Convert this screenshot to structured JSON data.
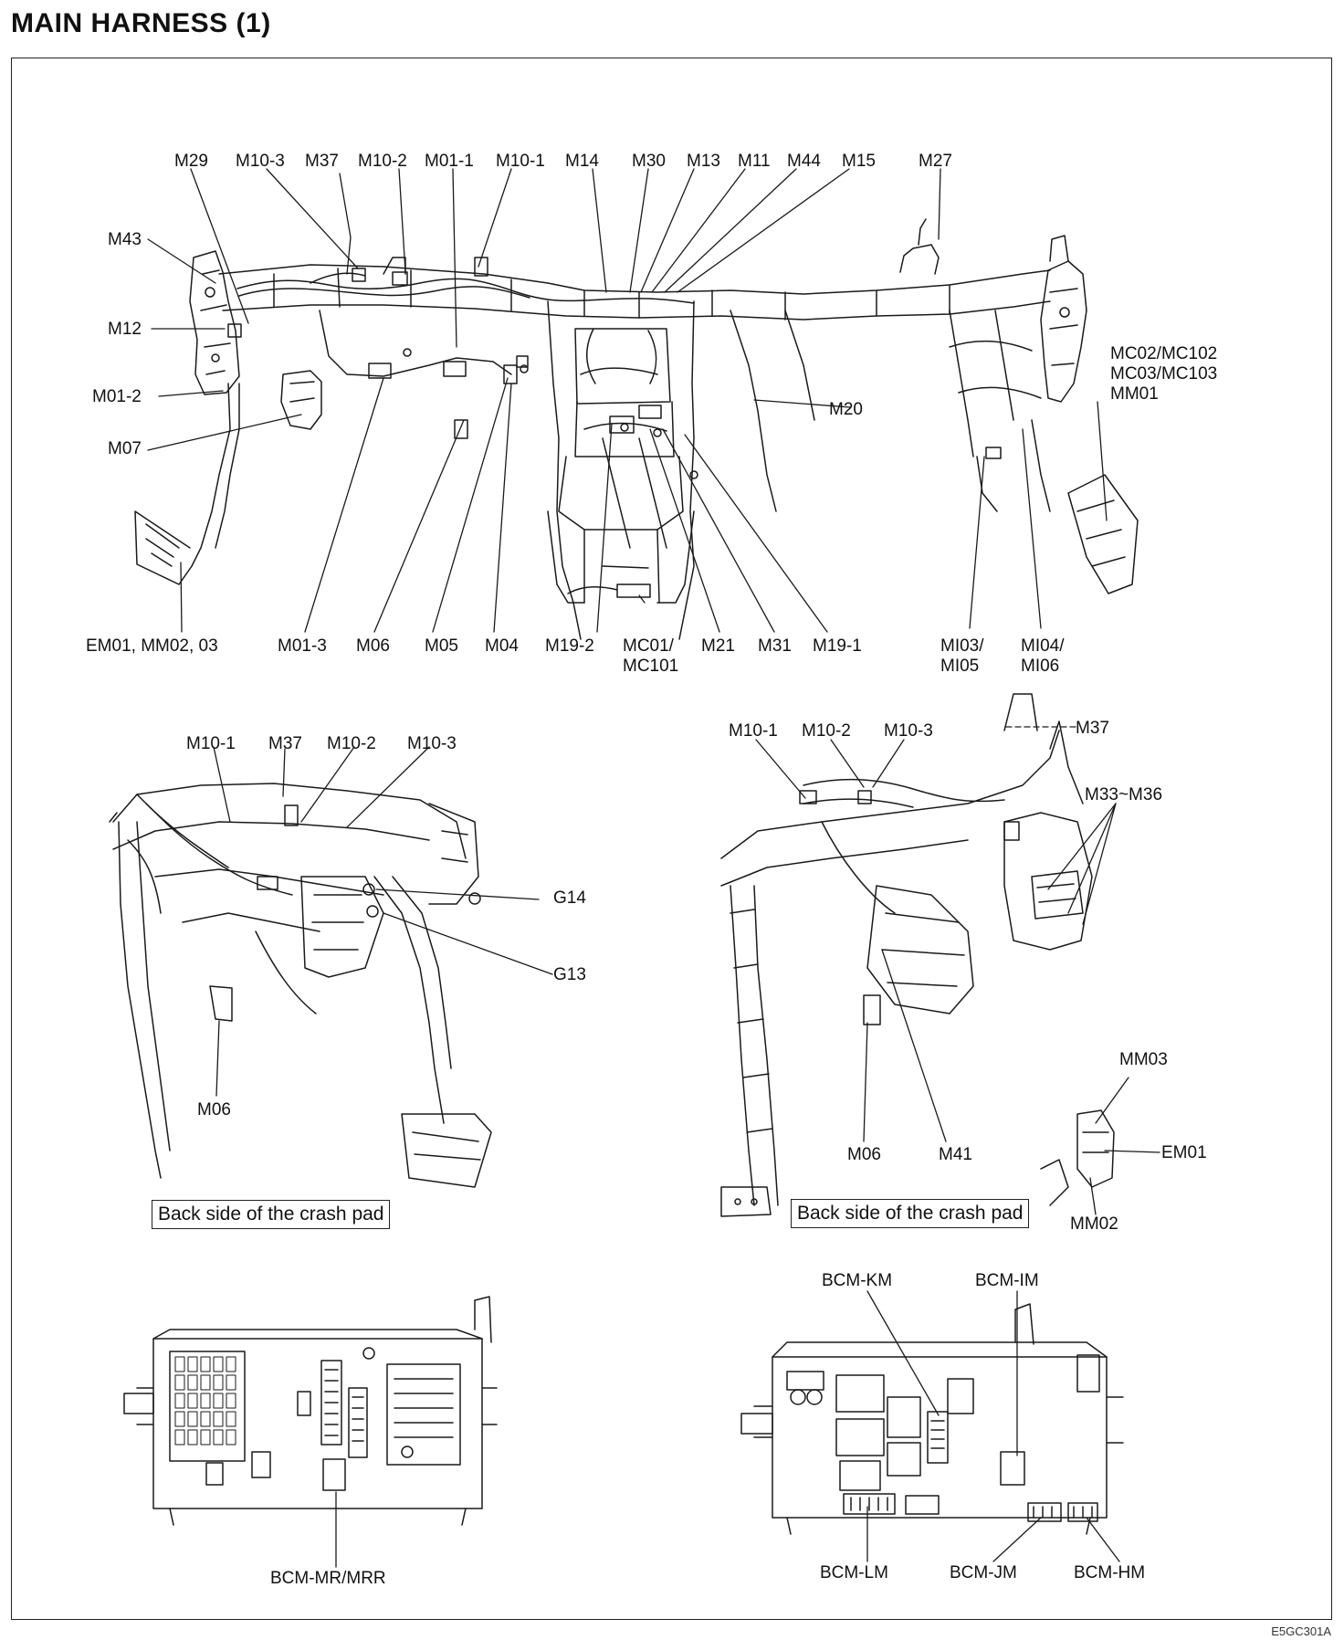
{
  "title": "MAIN HARNESS (1)",
  "document_code": "E5GC301A",
  "views": {
    "main": {
      "labels": {
        "m29": "M29",
        "m10_3": "M10-3",
        "m37": "M37",
        "m10_2": "M10-2",
        "m01_1": "M01-1",
        "m10_1": "M10-1",
        "m14": "M14",
        "m30": "M30",
        "m13": "M13",
        "m11": "M11",
        "m44": "M44",
        "m15": "M15",
        "m27": "M27",
        "m43": "M43",
        "m12": "M12",
        "m01_2": "M01-2",
        "m07": "M07",
        "m20": "M20",
        "mc02": "MC02/MC102",
        "mc03": "MC03/MC103",
        "mm01": "MM01",
        "em01": "EM01, MM02, 03",
        "m01_3": "M01-3",
        "m06": "M06",
        "m05": "M05",
        "m04": "M04",
        "m19_2": "M19-2",
        "mc01a": "MC01/",
        "mc01b": "MC101",
        "m21": "M21",
        "m31": "M31",
        "m19_1": "M19-1",
        "mi03a": "MI03/",
        "mi03b": "MI05",
        "mi04a": "MI04/",
        "mi04b": "MI06"
      }
    },
    "left_detail": {
      "labels": {
        "m10_1": "M10-1",
        "m37": "M37",
        "m10_2": "M10-2",
        "m10_3": "M10-3",
        "g14": "G14",
        "g13": "G13",
        "m06": "M06"
      },
      "caption": "Back side of the crash pad"
    },
    "right_detail": {
      "labels": {
        "m10_1": "M10-1",
        "m10_2": "M10-2",
        "m10_3": "M10-3",
        "m37": "M37",
        "m33": "M33~M36",
        "mm03": "MM03",
        "em01": "EM01",
        "m06": "M06",
        "m41": "M41",
        "mm02": "MM02"
      },
      "caption": "Back side of the crash pad"
    },
    "bcm_left": {
      "labels": {
        "mr": "BCM-MR/MRR"
      }
    },
    "bcm_right": {
      "labels": {
        "km": "BCM-KM",
        "im": "BCM-IM",
        "lm": "BCM-LM",
        "jm": "BCM-JM",
        "hm": "BCM-HM"
      }
    }
  }
}
